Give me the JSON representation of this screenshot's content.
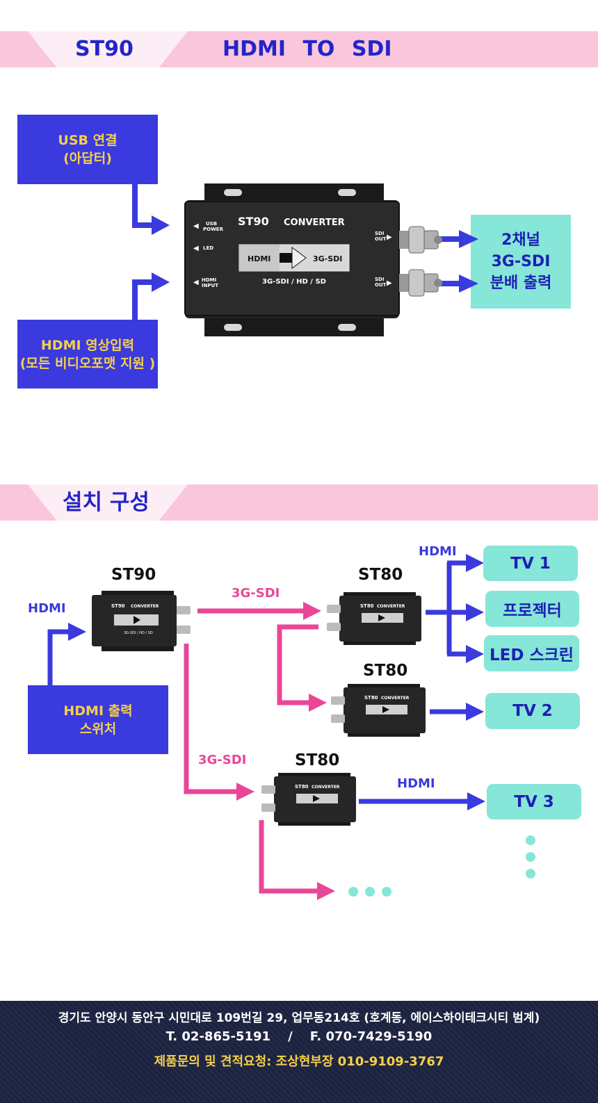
{
  "header": {
    "model": "ST90",
    "title": "HDMI TO SDI"
  },
  "product": {
    "usb_box": [
      "USB 연결",
      "(아답터)"
    ],
    "hdmi_box": [
      "HDMI 영상입력",
      "(모든 비디오포맷 지원 )"
    ],
    "output_box": [
      "2채널",
      "3G-SDI",
      "분배 출력"
    ],
    "device": {
      "brand": "ST90",
      "name": "CONVERTER",
      "hdmi": "HDMI",
      "sdi": "3G-SDI",
      "formats": "3G-SDI / HD / SD",
      "port_usb": [
        "USB",
        "POWER"
      ],
      "port_led": "LED",
      "port_hdmi": [
        "HDMI",
        "INPUT"
      ],
      "port_sdi_out": [
        "SDI",
        "OUT"
      ]
    }
  },
  "install": {
    "title": "설치 구성",
    "st90_label": "ST90",
    "st80_label_1": "ST80",
    "st80_label_2": "ST80",
    "st80_label_3": "ST80",
    "hdmi_in_label": "HDMI",
    "sdi_label_1": "3G-SDI",
    "sdi_label_2": "3G-SDI",
    "hdmi_out_label_1": "HDMI",
    "hdmi_out_label_2": "HDMI",
    "switch_box": [
      "HDMI 출력",
      "스위처"
    ],
    "tv1": "TV 1",
    "projector": "프로젝터",
    "led_screen": "LED 스크린",
    "tv2": "TV 2",
    "tv3": "TV 3"
  },
  "footer": {
    "address": "경기도 안양시 동안구 시민대로 109번길 29, 업무동214호 (호계동, 에이스하이테크시티 범계)",
    "phones": "T. 02-865-5191    /    F. 070-7429-5190",
    "contact": "제품문의 및 견적요청: 조상현부장 010-9109-3767"
  },
  "colors": {
    "accent_blue": "#3a3ade",
    "accent_pink": "#ea4698",
    "teal": "#86e6d8",
    "banner_pink": "#f9c6dc",
    "footer_bg": "#1c2340",
    "label_yellow": "#f5d04a"
  }
}
